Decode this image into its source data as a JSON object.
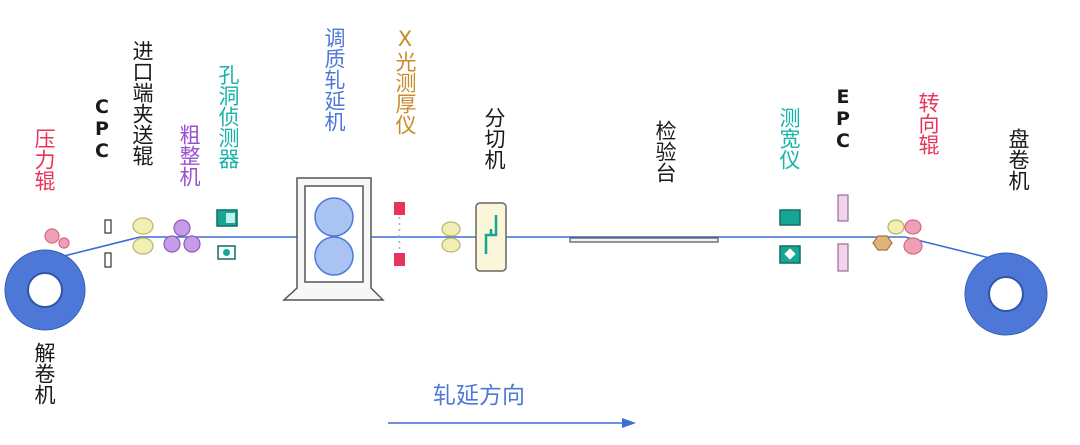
{
  "labels": {
    "uncoiler": "解卷机",
    "pressure_roll": "压力辊",
    "cpc": "CPC",
    "entry_pinch": "进口端夹送辊",
    "rough_leveler": "粗整机",
    "pinhole_detector": "孔洞侦测器",
    "temper_mill": "调质轧延机",
    "xray_gauge": "X光测厚仪",
    "shear": "分切机",
    "inspection_table": "检验台",
    "width_gauge": "测宽仪",
    "epc": "EPC",
    "deflector_roll": "转向辊",
    "recoiler": "盘卷机"
  },
  "direction": "轧延方向",
  "colors": {
    "line": "#3b6fd6",
    "coil_fill": "#4d78d8",
    "pinch_roll": "#f1efb4",
    "leveler_roll": "#c79be6",
    "pressure_roll": "#f0a0b4",
    "teal": "#17a596",
    "xray": "#e8335a"
  }
}
